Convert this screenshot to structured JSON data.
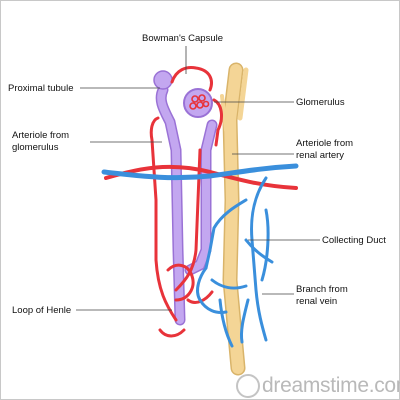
{
  "labels": {
    "bowmans_capsule": "Bowman's Capsule",
    "proximal_tubule": "Proximal tubule",
    "glomerulus": "Glomerulus",
    "arteriole_from_glomerulus_line1": "Arteriole from",
    "arteriole_from_glomerulus_line2": "glomerulus",
    "arteriole_from_renal_artery_line1": "Arteriole from",
    "arteriole_from_renal_artery_line2": "renal artery",
    "collecting_duct": "Collecting Duct",
    "branch_from_renal_vein_line1": "Branch from",
    "branch_from_renal_vein_line2": "renal vein",
    "loop_of_henle": "Loop of Henle"
  },
  "watermark": "dreamstime.com",
  "colors": {
    "artery_red": "#e8333a",
    "vein_blue": "#3a8fdc",
    "tubule_purple": "#b18ee6",
    "duct_tan": "#f4d596",
    "duct_outline": "#d9b46a",
    "leader_line": "#444444"
  }
}
